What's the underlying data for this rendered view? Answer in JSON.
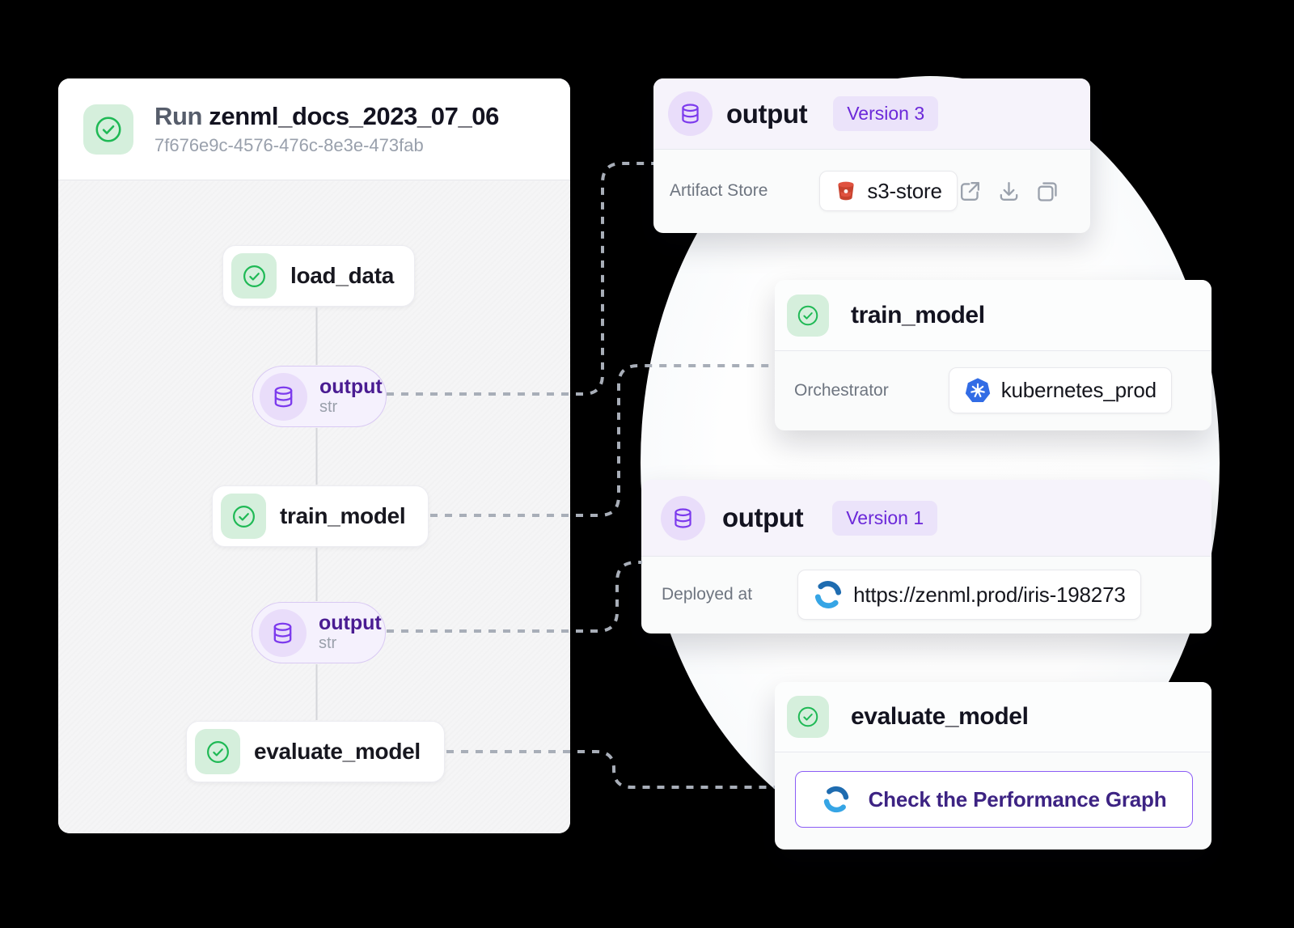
{
  "panel": {
    "title_prefix": "Run ",
    "title_name": "zenml_docs_2023_07_06",
    "run_id": "7f676e9c-4576-476c-8e3e-473fab",
    "nodes": {
      "load_data": {
        "label": "load_data"
      },
      "output1": {
        "label": "output",
        "type": "str"
      },
      "train_model": {
        "label": "train_model"
      },
      "output2": {
        "label": "output",
        "type": "str"
      },
      "evaluate_model": {
        "label": "evaluate_model"
      }
    }
  },
  "cards": {
    "artifact_v3": {
      "title": "output",
      "version": "Version 3",
      "field_label": "Artifact Store",
      "field_value": "s3-store"
    },
    "step_train": {
      "title": "train_model",
      "field_label": "Orchestrator",
      "field_value": "kubernetes_prod"
    },
    "artifact_v1": {
      "title": "output",
      "version": "Version 1",
      "field_label": "Deployed at",
      "field_value": "https://zenml.prod/iris-198273"
    },
    "step_evaluate": {
      "title": "evaluate_model",
      "action_label": "Check the Performance Graph"
    }
  },
  "colors": {
    "accent_purple": "#7C3AED",
    "success_green": "#1FB955",
    "badge_text_purple": "#6B28D9",
    "s3_red": "#E0523F",
    "kubernetes_blue": "#326CE5",
    "sync_blue_dark": "#1F6CB0",
    "sync_blue_light": "#36A5E5",
    "connector_gray": "#A8AEB8"
  }
}
